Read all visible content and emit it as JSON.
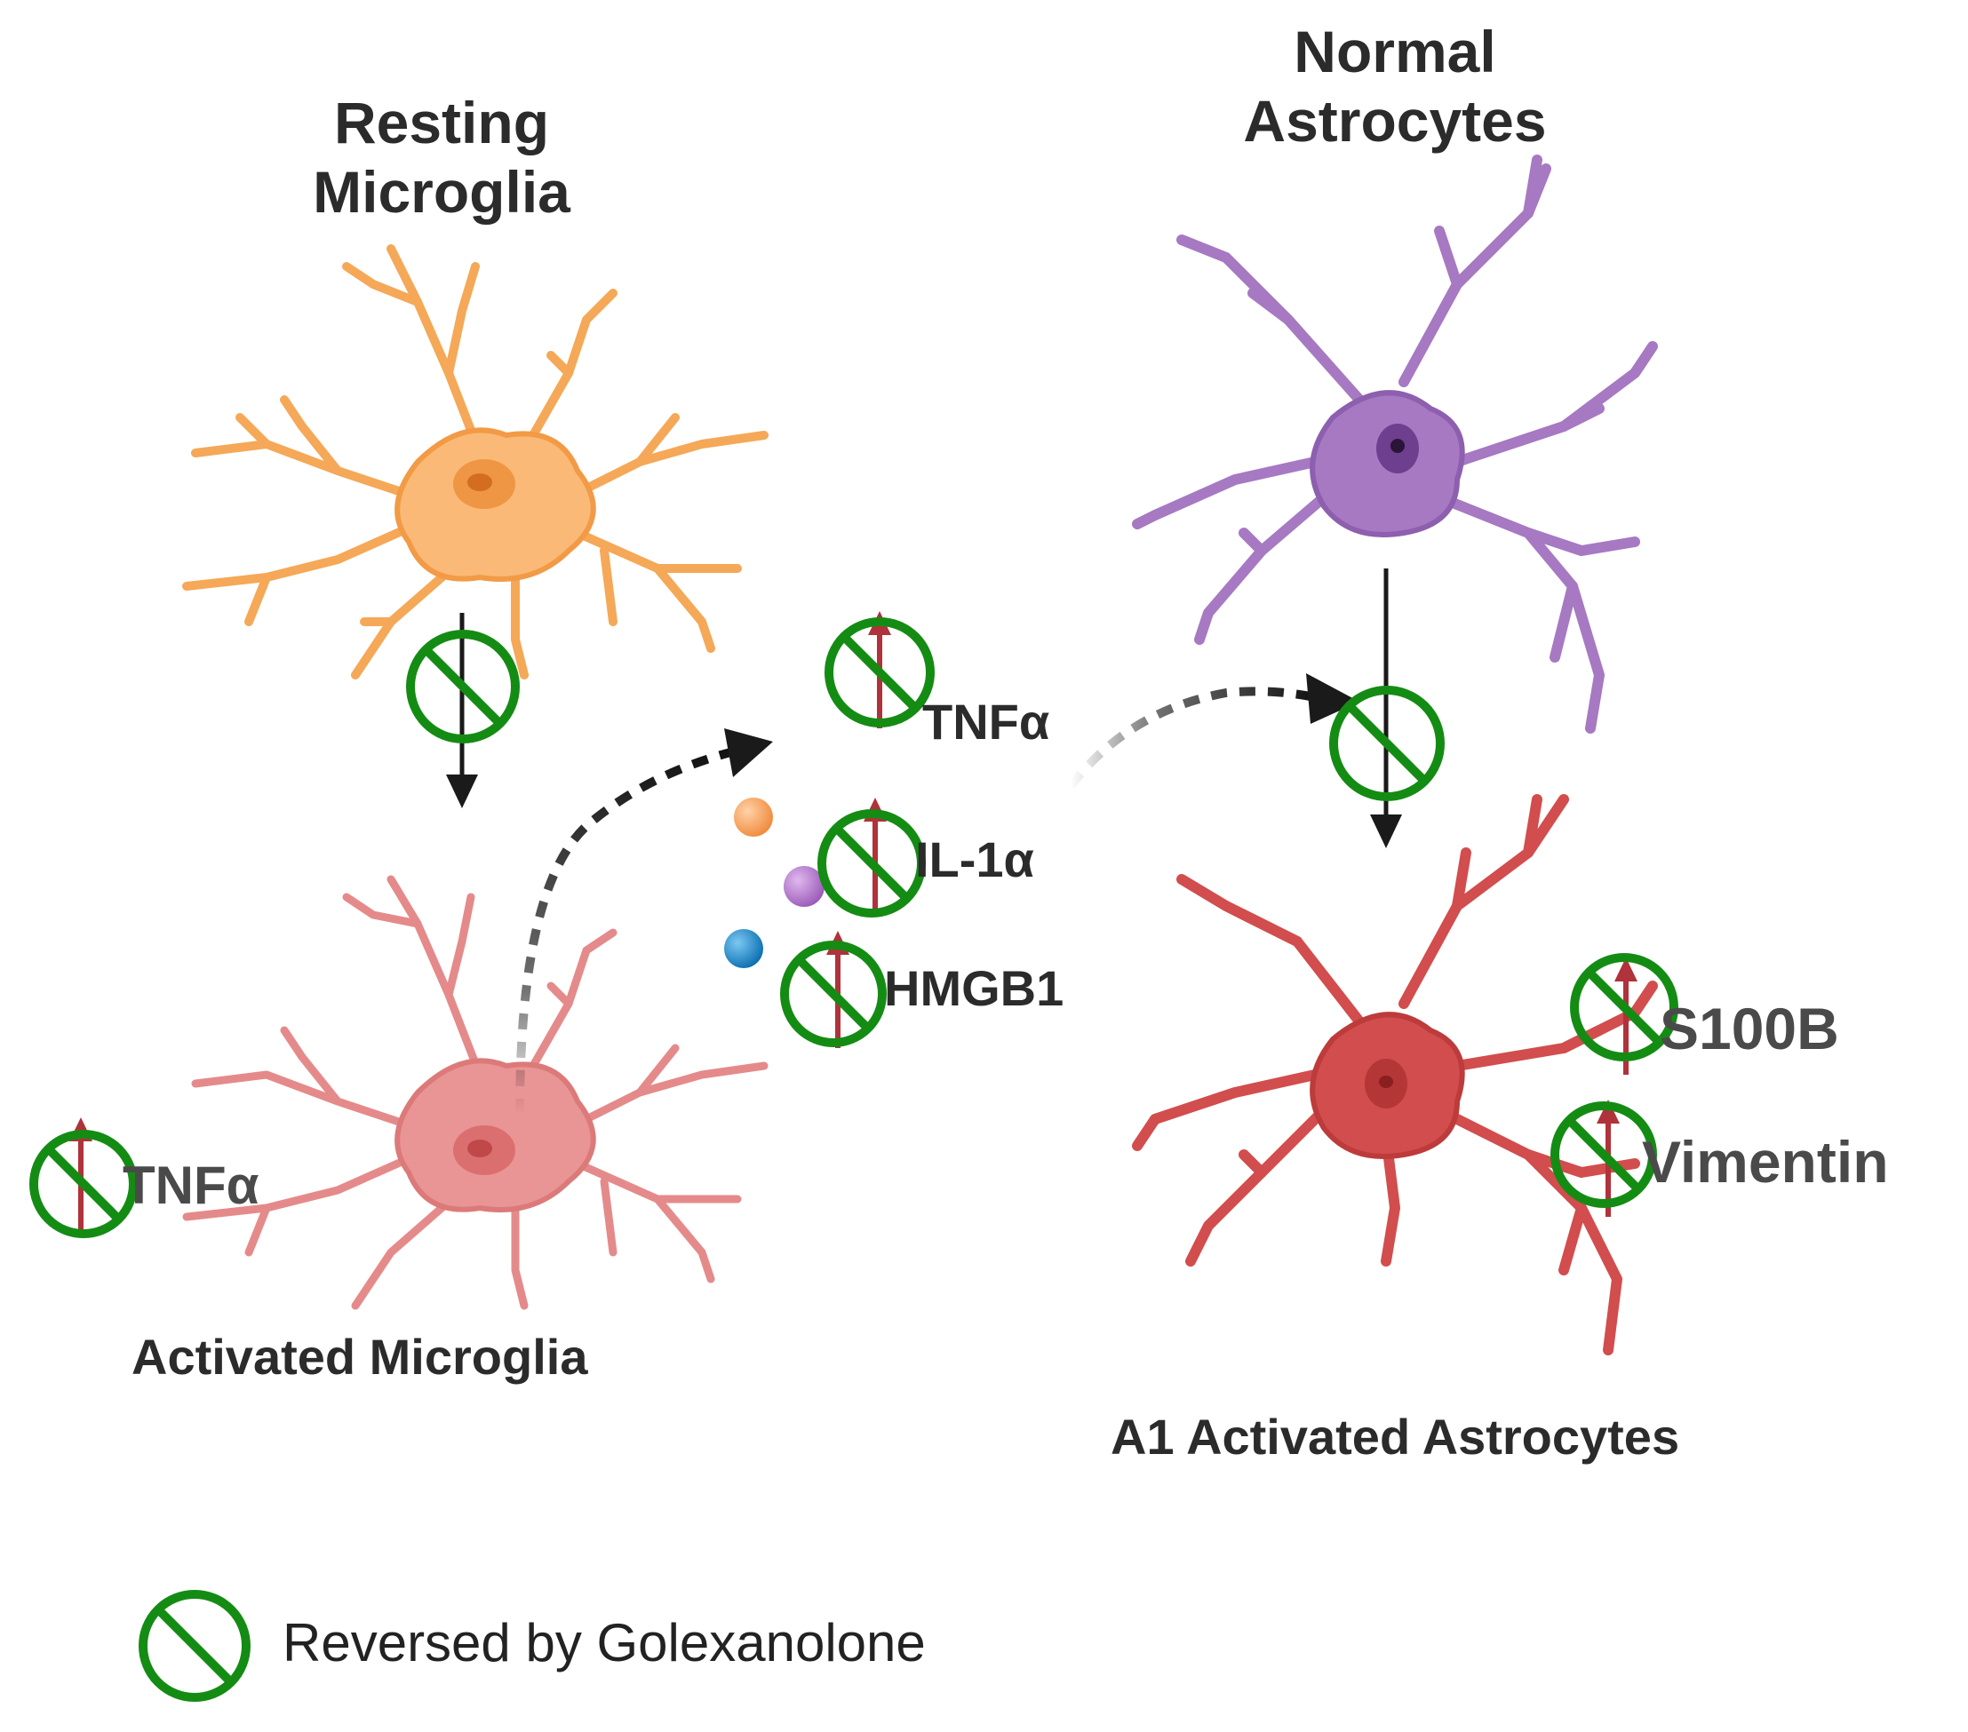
{
  "labels": {
    "resting_microglia": [
      "Resting",
      "Microglia"
    ],
    "normal_astrocytes": [
      "Normal",
      "Astrocytes"
    ],
    "activated_microglia": "Activated Microglia",
    "a1_astrocytes": "A1 Activated Astrocytes"
  },
  "markers": {
    "microglia_tnf": "TNFα",
    "released": [
      "TNFα",
      "IL-1α",
      "HMGB1"
    ],
    "astro": [
      "S100B",
      "Vimentin"
    ]
  },
  "legend": {
    "text": "Reversed by Golexanolone"
  },
  "colors": {
    "resting_microglia": "#f9b870",
    "activated_microglia": "#e68c8c",
    "normal_astrocyte": "#a679c2",
    "a1_astrocyte": "#d24d4d",
    "inhibit_green": "#148c14",
    "up_arrow": "#b0323a",
    "dot_orange": "#f5a25f",
    "dot_purple": "#b27ac8",
    "dot_blue": "#1a8fd0"
  },
  "icons": [
    "microglia-cell-icon",
    "astrocyte-cell-icon",
    "inhibition-symbol-icon",
    "up-arrow-icon",
    "cytokine-dot-icon"
  ]
}
